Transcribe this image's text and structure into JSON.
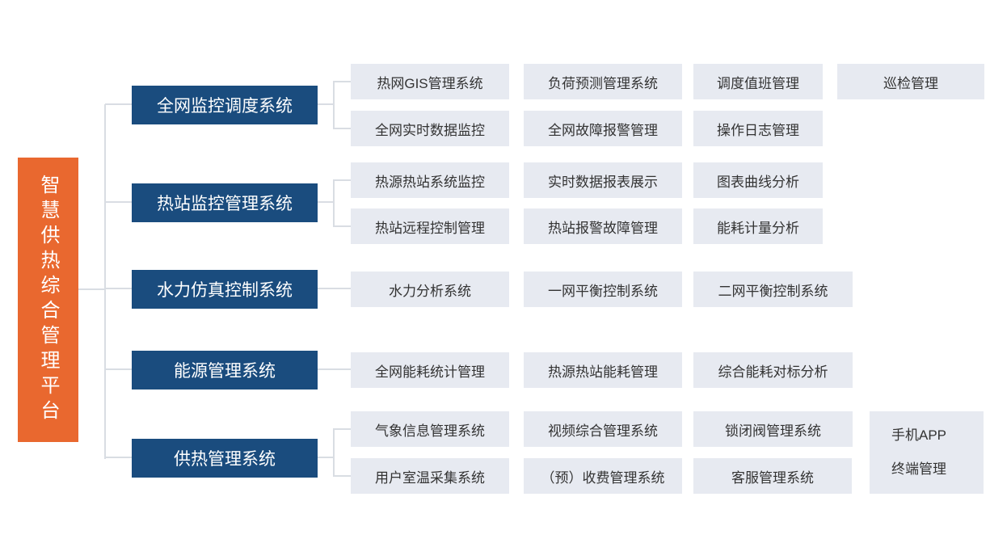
{
  "title": "智慧供热综合管理平台",
  "colors": {
    "root": "#E9682F",
    "group": "#1A4C7E",
    "item_bg": "#E7EAF1",
    "item_text": "#333333",
    "line": "#D9DDE3"
  },
  "groups": [
    {
      "label": "全网监控调度系统",
      "rows": [
        [
          "热网GIS管理系统",
          "负荷预测管理系统",
          "调度值班管理",
          "巡检管理"
        ],
        [
          "全网实时数据监控",
          "全网故障报警管理",
          "操作日志管理"
        ]
      ]
    },
    {
      "label": "热站监控管理系统",
      "rows": [
        [
          "热源热站系统监控",
          "实时数据报表展示",
          "图表曲线分析"
        ],
        [
          "热站远程控制管理",
          "热站报警故障管理",
          "能耗计量分析"
        ]
      ]
    },
    {
      "label": "水力仿真控制系统",
      "rows": [
        [
          "水力分析系统",
          "一网平衡控制系统",
          "二网平衡控制系统"
        ]
      ]
    },
    {
      "label": "能源管理系统",
      "rows": [
        [
          "全网能耗统计管理",
          "热源热站能耗管理",
          "综合能耗对标分析"
        ]
      ]
    },
    {
      "label": "供热管理系统",
      "rows": [
        [
          "气象信息管理系统",
          "视频综合管理系统",
          "锁闭阀管理系统"
        ],
        [
          "用户室温采集系统",
          "（预）收费管理系统",
          "客服管理系统"
        ]
      ],
      "tall_item": {
        "lines": [
          "手机APP",
          "终端管理"
        ]
      }
    }
  ]
}
